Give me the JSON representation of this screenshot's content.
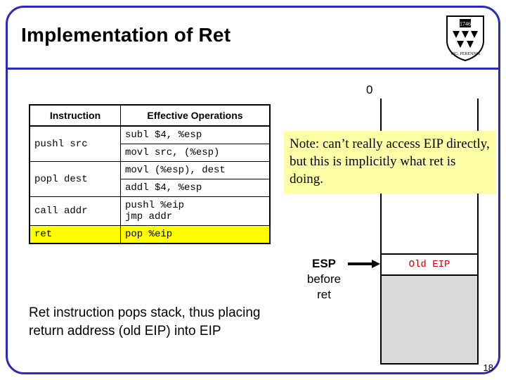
{
  "slide": {
    "title": "Implementation of Ret",
    "number": "18"
  },
  "logo": {
    "name": "princeton-shield"
  },
  "table": {
    "headers": [
      "Instruction",
      "Effective Operations"
    ],
    "rows": [
      {
        "instruction": "pushl src",
        "ops": [
          "subl $4, %esp",
          "movl src, (%esp)"
        ],
        "highlight": false
      },
      {
        "instruction": "popl dest",
        "ops": [
          "movl (%esp), dest",
          "addl $4, %esp"
        ],
        "highlight": false
      },
      {
        "instruction": "call addr",
        "ops": [
          "pushl %eip",
          "jmp addr"
        ],
        "highlight": false
      },
      {
        "instruction": "ret",
        "ops": [
          "pop %eip"
        ],
        "highlight": true
      }
    ]
  },
  "caption": "Ret instruction pops stack, thus placing return address (old EIP) into EIP",
  "note": "Note: can’t really access EIP directly, but this is implicitly what ret is doing.",
  "stack": {
    "top_label": "0",
    "esp_label_line1": "ESP",
    "esp_label_line2": "before",
    "esp_label_line3": "ret",
    "old_eip_cell": "Old EIP"
  }
}
